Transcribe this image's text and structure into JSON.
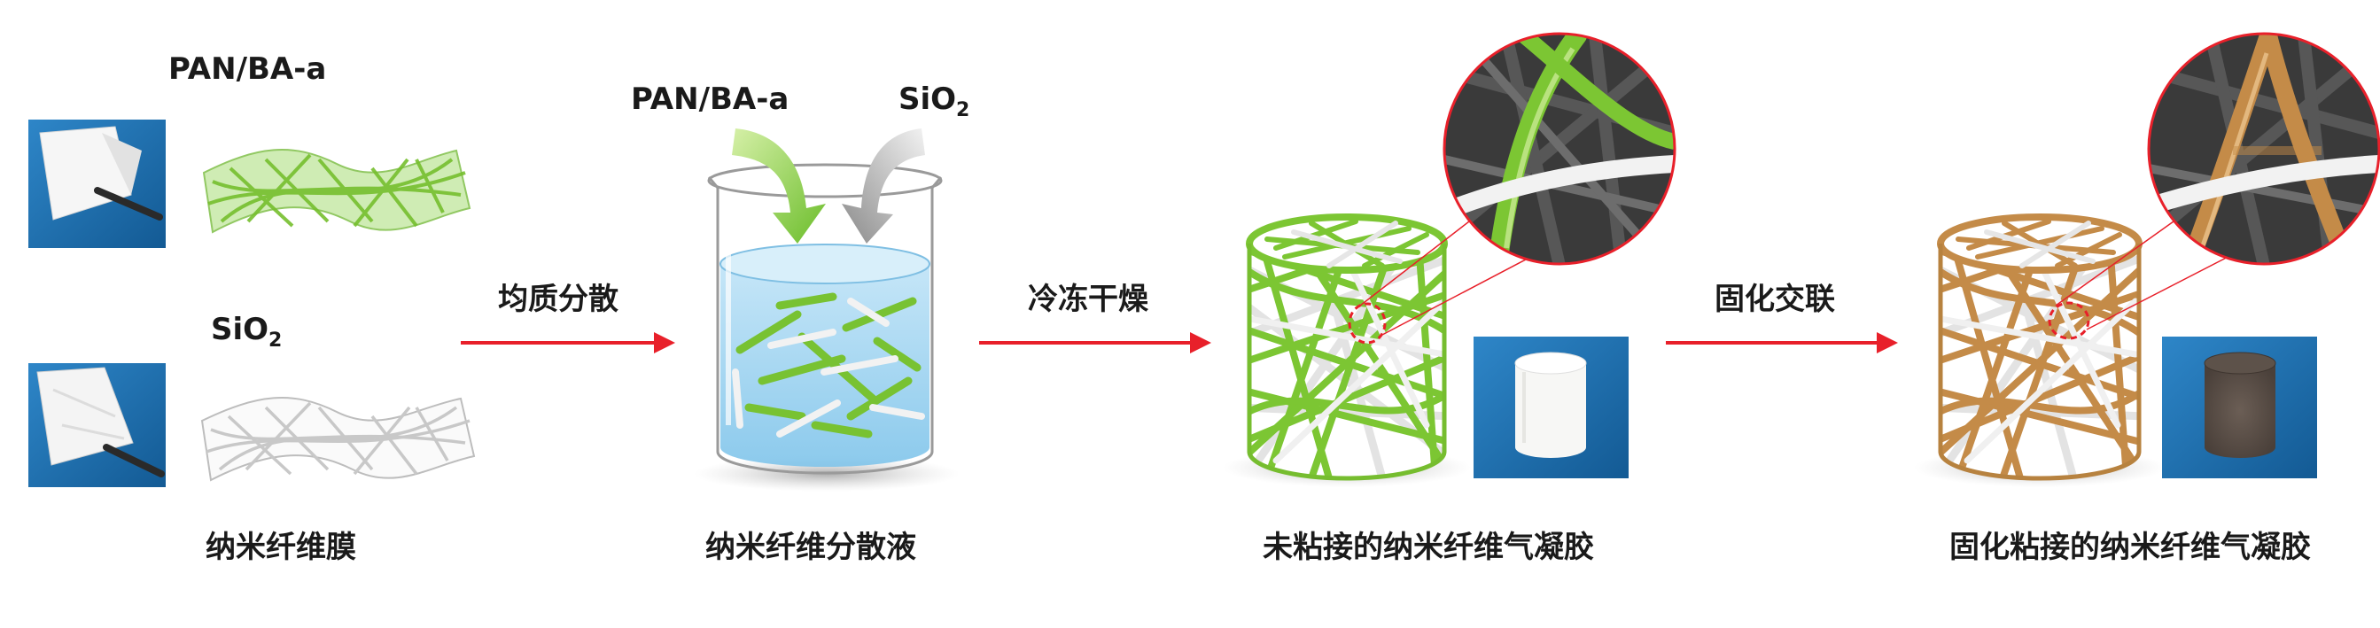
{
  "stage1": {
    "top_material": "PAN/BA-a",
    "bottom_material_base": "SiO",
    "bottom_material_sub": "2",
    "caption": "纳米纤维膜"
  },
  "arrow1": {
    "label": "均质分散"
  },
  "stage2": {
    "material_a": "PAN/BA-a",
    "material_b_base": "SiO",
    "material_b_sub": "2",
    "caption": "纳米纤维分散液"
  },
  "arrow2": {
    "label": "冷冻干燥"
  },
  "stage3": {
    "caption": "未粘接的纳米纤维气凝胶"
  },
  "arrow3": {
    "label": "固化交联"
  },
  "stage4": {
    "caption": "固化粘接的纳米纤维气凝胶"
  },
  "colors": {
    "arrow_red": "#e8202a",
    "fiber_green": "#7cc633",
    "fiber_white": "#eeeeee",
    "fiber_tan": "#c48b48",
    "photo_blue": "#1a6aa7"
  }
}
